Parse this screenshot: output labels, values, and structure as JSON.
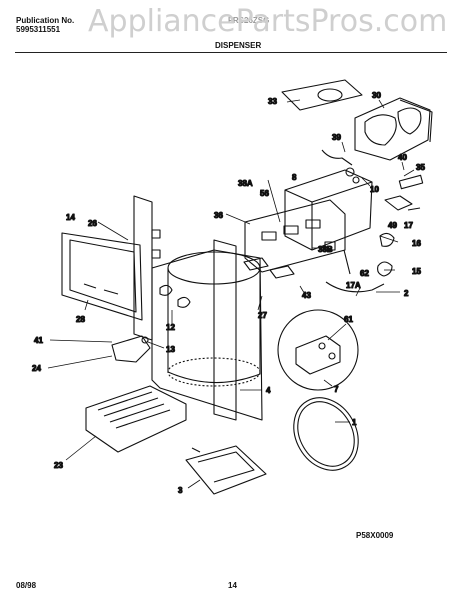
{
  "header": {
    "publication_label": "Publication No.",
    "publication_number": "5995311551",
    "model_obscured": "FRS26ZSG",
    "watermark": "AppliancePartsPros.com",
    "section_title": "DISPENSER"
  },
  "footer": {
    "date": "08/98",
    "page": "14",
    "drawing_code": "P58X0009"
  },
  "callouts": {
    "c1": "1",
    "c2": "2",
    "c3": "3",
    "c4": "4",
    "c7": "7",
    "c8": "8",
    "c10": "10",
    "c12": "12",
    "c13": "13",
    "c14": "14",
    "c15": "15",
    "c16": "16",
    "c17": "17",
    "c17a": "17A",
    "c23": "23",
    "c24": "24",
    "c26": "26",
    "c27": "27",
    "c28": "28",
    "c30": "30",
    "c33": "33",
    "c35": "35",
    "c36": "36",
    "c38a": "38A",
    "c38b": "38B",
    "c39": "39",
    "c40": "40",
    "c41": "41",
    "c43": "43",
    "c49": "49",
    "c56": "56",
    "c61": "61",
    "c62": "62"
  }
}
